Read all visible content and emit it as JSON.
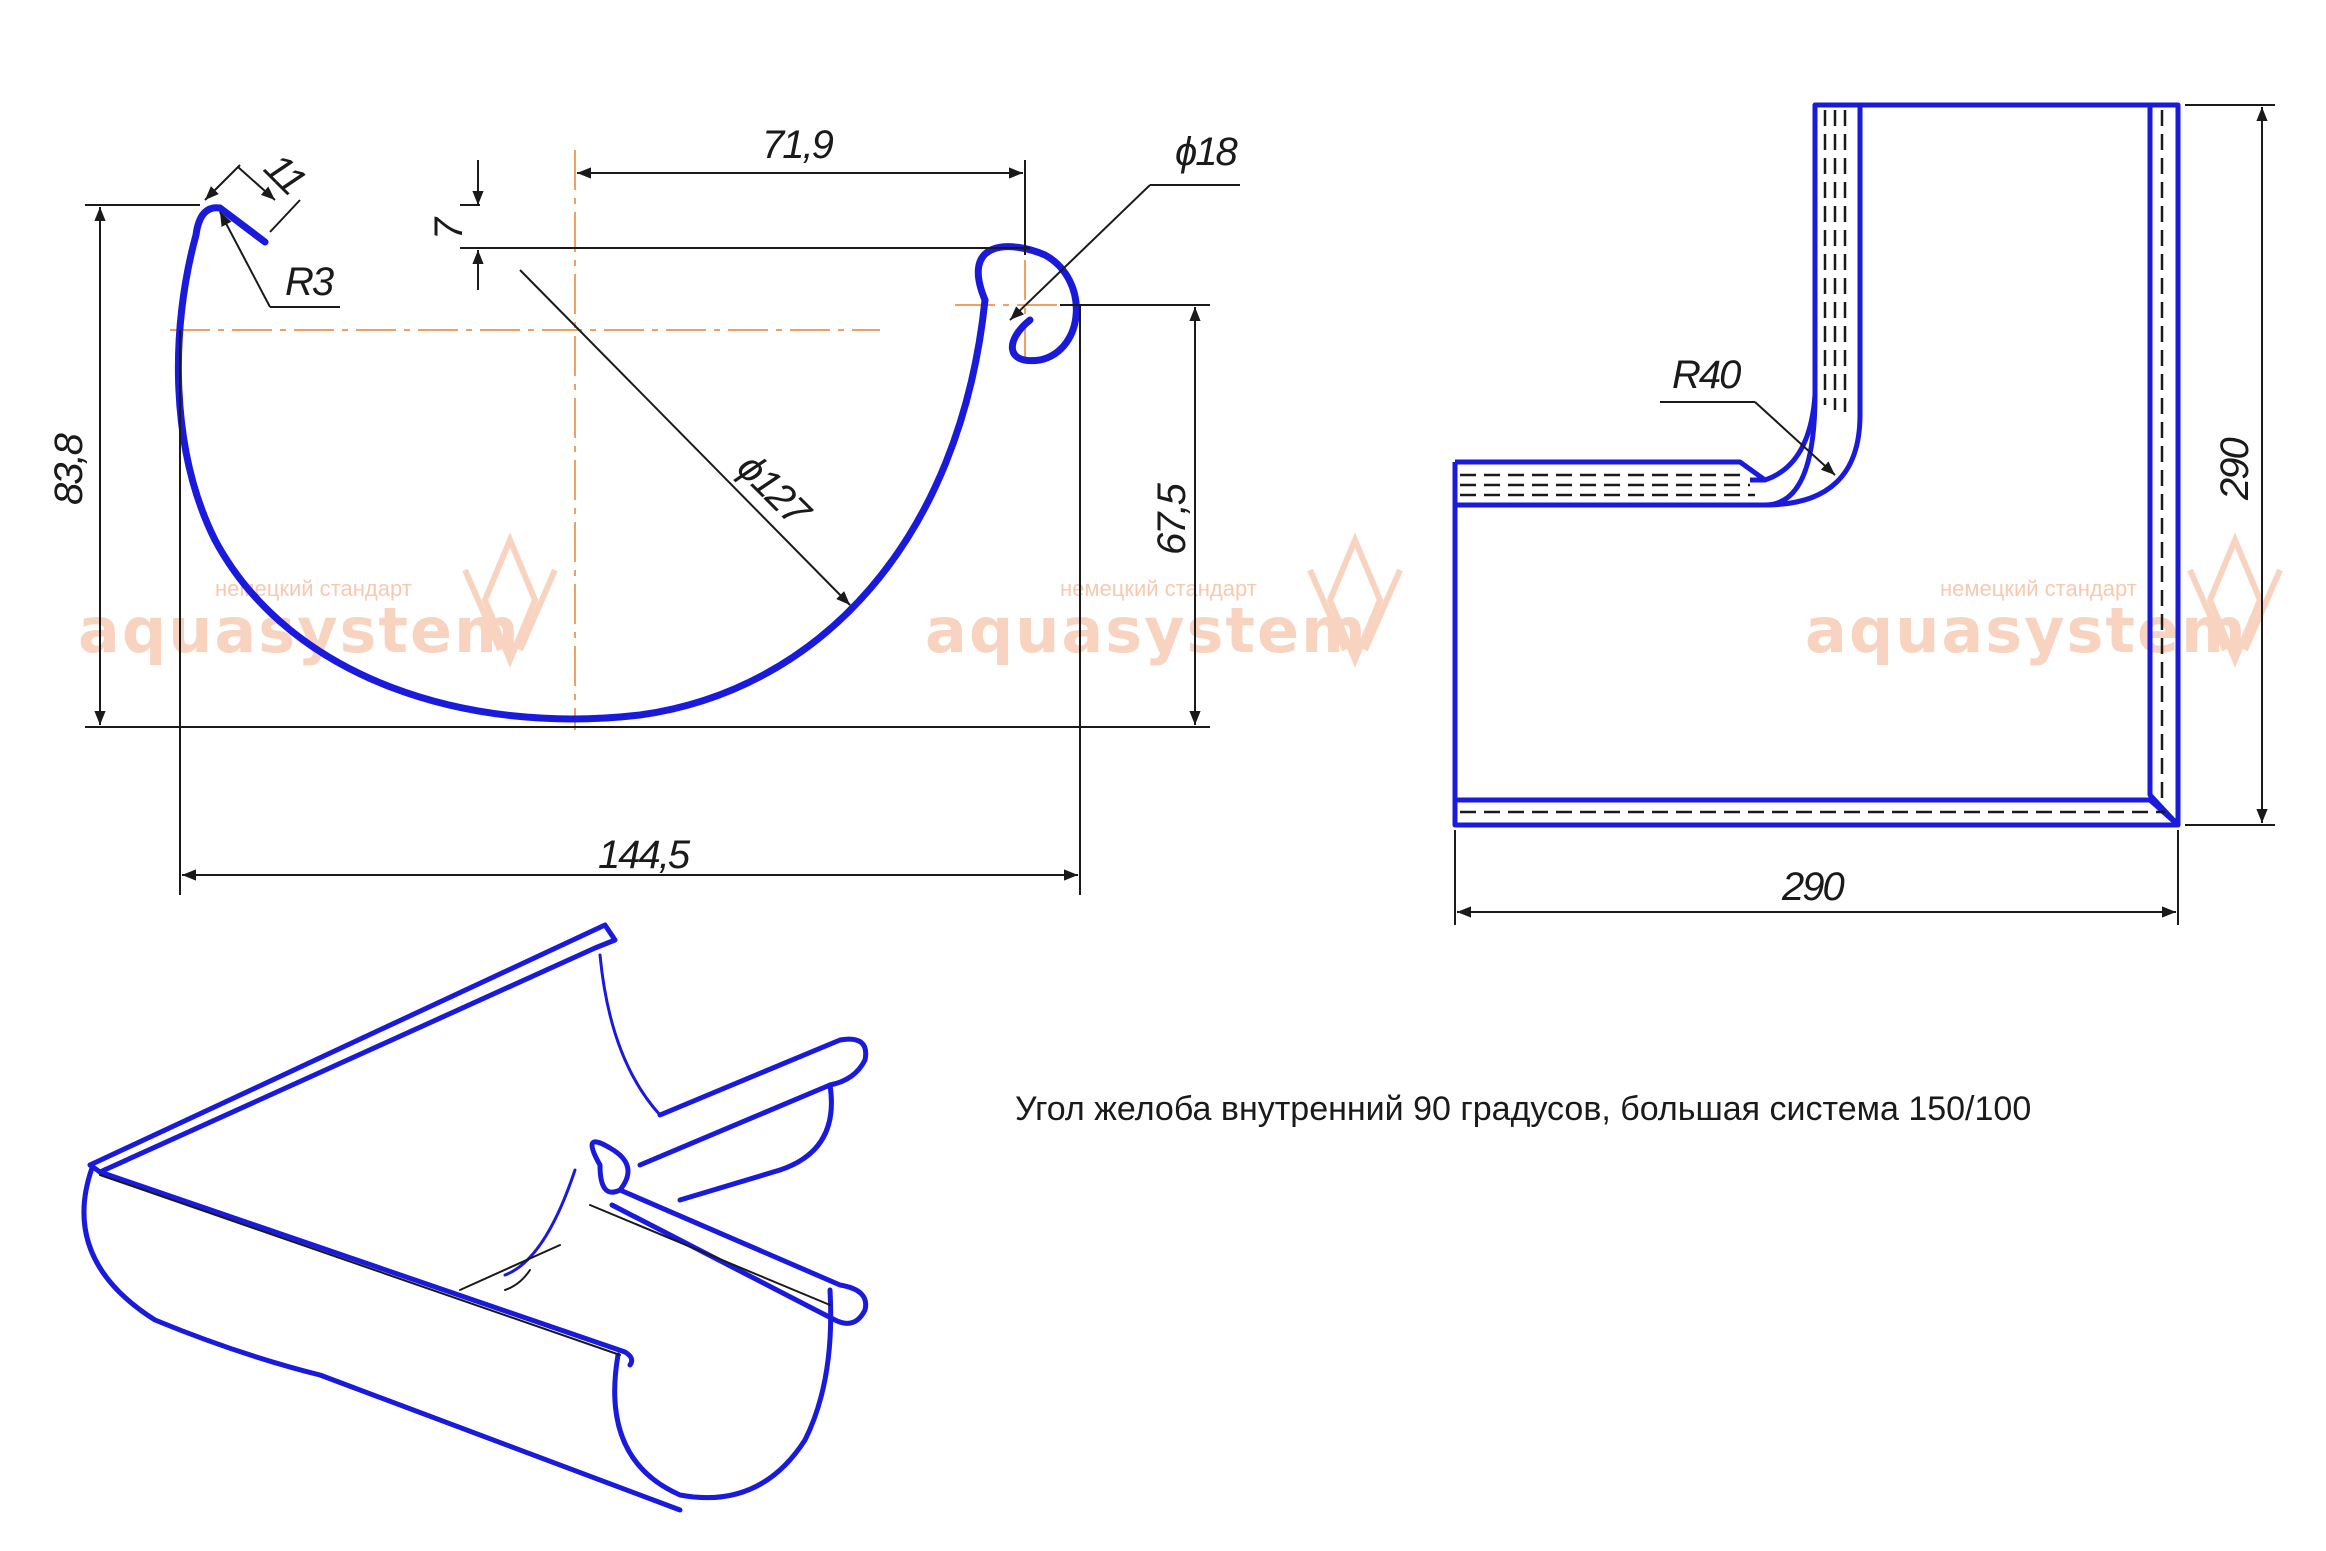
{
  "caption": "Угол  желоба внутренний 90 градусов, большая система 150/100",
  "colors": {
    "outline": "#1a1adc",
    "dimension": "#1a1a1a",
    "centerline": "#f0a060",
    "watermark": "#f8d4c0"
  },
  "watermark": {
    "tagline": "немецкий стандарт",
    "brand": "aquasystem"
  },
  "dimensions": {
    "width_total": "144,5",
    "height_total": "83,8",
    "top_offset": "71,9",
    "bead_diameter": "ϕ18",
    "body_diameter": "ϕ127",
    "front_height": "67,5",
    "lip_length": "11",
    "lip_radius": "R3",
    "lip_drop": "7",
    "corner_radius": "R40",
    "plan_width": "290",
    "plan_height": "290"
  }
}
